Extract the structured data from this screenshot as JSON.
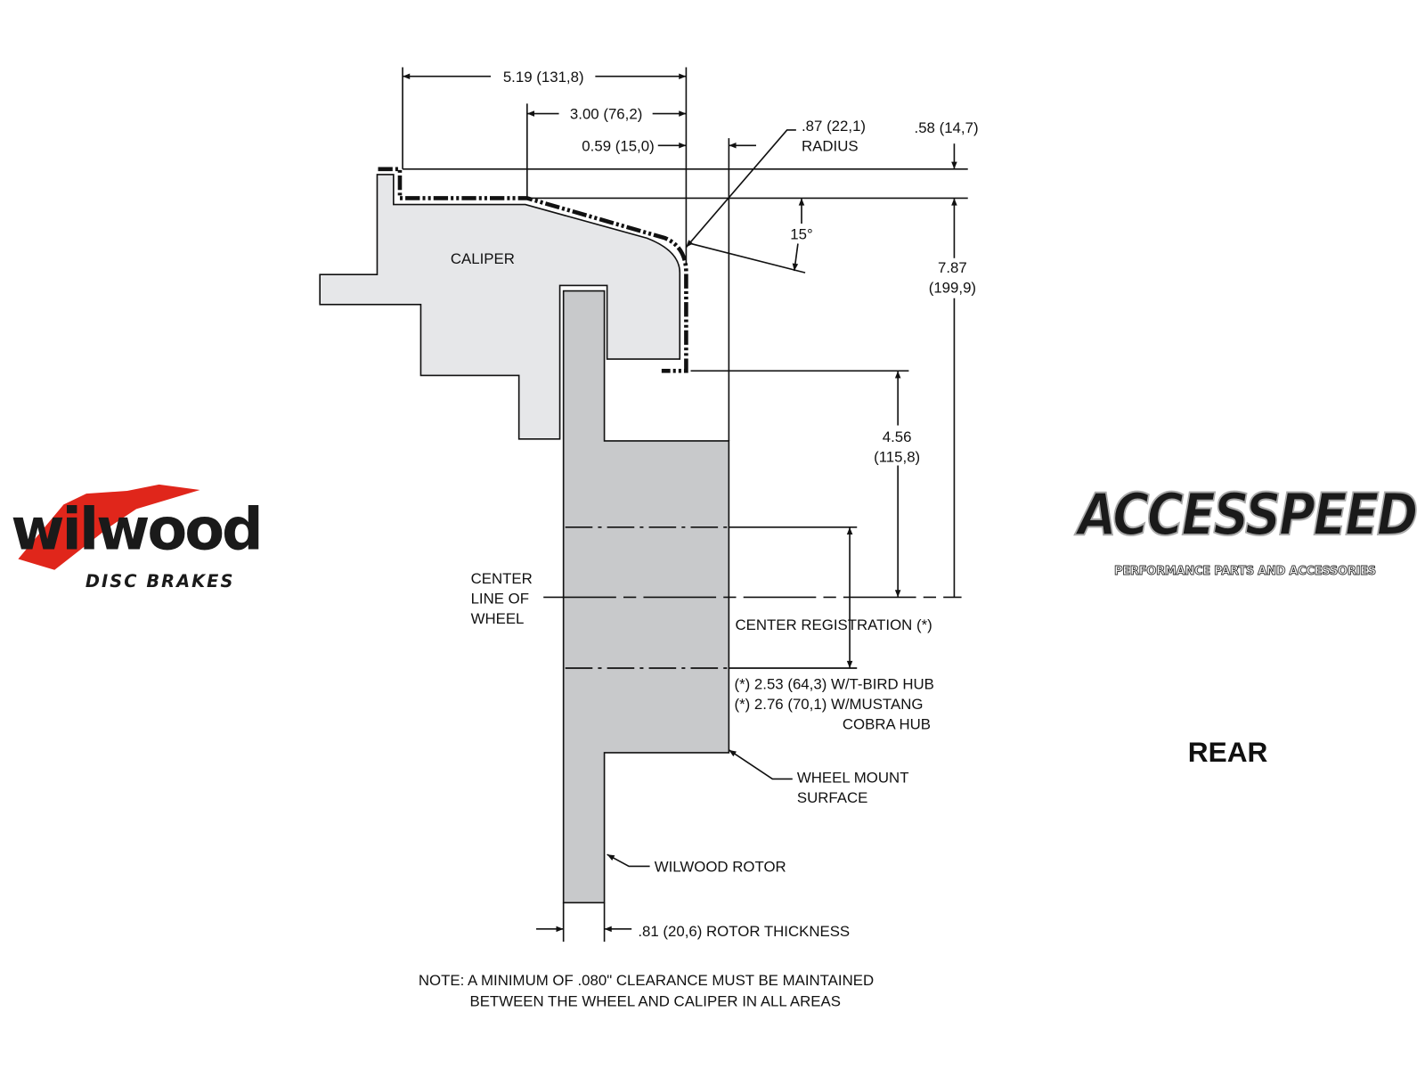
{
  "dimensions": {
    "overall_width": "5.19 (131,8)",
    "offset_300": "3.00 (76,2)",
    "offset_059": "0.59 (15,0)",
    "radius_value": ".87 (22,1)",
    "radius_label": "RADIUS",
    "top_offset": ".58 (14,7)",
    "angle": "15°",
    "height_total_1": "7.87",
    "height_total_2": "(199,9)",
    "height_456_1": "4.56",
    "height_456_2": "(115,8)",
    "rotor_thickness": ".81 (20,6) ROTOR THICKNESS"
  },
  "labels": {
    "caliper": "CALIPER",
    "centerline_1": "CENTER",
    "centerline_2": "LINE OF",
    "centerline_3": "WHEEL",
    "center_registration": "CENTER REGISTRATION (*)",
    "hub_note_1": "(*) 2.53 (64,3) W/T-BIRD HUB",
    "hub_note_2": "(*) 2.76 (70,1) W/MUSTANG",
    "hub_note_3": "COBRA HUB",
    "wheel_mount_1": "WHEEL MOUNT",
    "wheel_mount_2": "SURFACE",
    "rotor": "WILWOOD ROTOR",
    "note_1": "NOTE: A MINIMUM OF .080\" CLEARANCE MUST BE MAINTAINED",
    "note_2": "BETWEEN THE WHEEL AND CALIPER IN ALL AREAS",
    "view": "REAR"
  },
  "logos": {
    "wilwood_main": "wilwood",
    "wilwood_sub": "DISC BRAKES",
    "accespeed_main": "ACCESSPEED",
    "accespeed_sub": "PERFORMANCE PARTS AND ACCESSORIES"
  },
  "colors": {
    "caliper_fill": "#e6e7e9",
    "rotor_fill": "#c8c9cb",
    "wilwood_red": "#e0261b"
  }
}
